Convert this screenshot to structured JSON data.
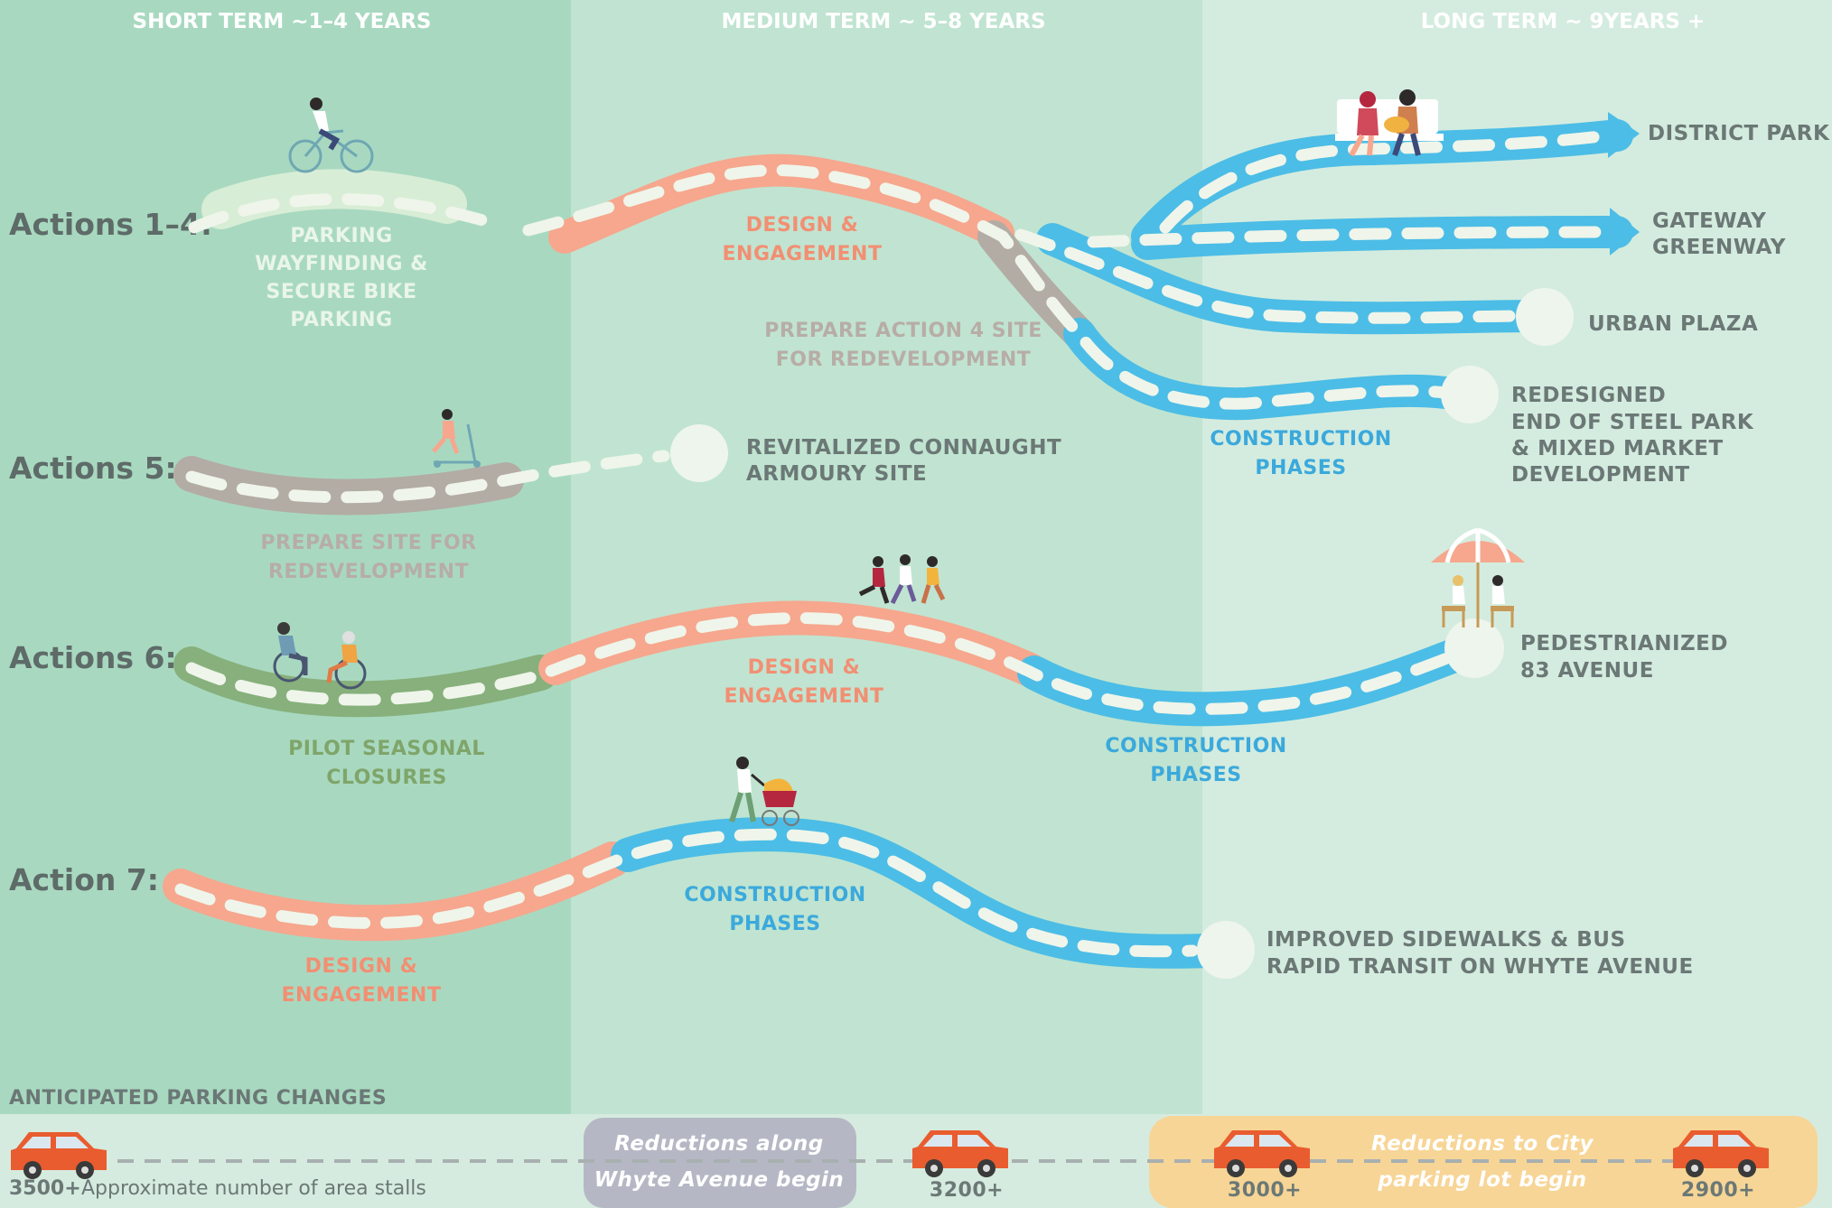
{
  "colors": {
    "short_bg": "#a8d9c0",
    "medium_bg": "#c0e4d1",
    "long_bg": "#d4ecdf",
    "design": "#f6a78e",
    "construction": "#4cbde6",
    "prepare": "#b3aca4",
    "pilot": "#87b07c",
    "parking_wayfinding": "#d8edd6",
    "dash": "#eff5ea",
    "text_design": "#f28f73",
    "text_construction": "#3ba9dc",
    "text_prepare": "#b7ada6",
    "text_pilot": "#7fa56a",
    "text_dest": "#6b7876",
    "car": "#e95c2f",
    "highlight_gray": "#b5b8c4",
    "highlight_yellow": "#f7d596"
  },
  "headers": {
    "short": "SHORT TERM ~1–4 YEARS",
    "medium": "MEDIUM TERM ~ 5–8 YEARS",
    "long": "LONG TERM ~ 9YEARS +"
  },
  "rows": {
    "a1": "Actions 1–4:",
    "a5": "Actions 5:",
    "a6": "Actions 6:",
    "a7": "Action 7:"
  },
  "phases": {
    "a1_parking": [
      "PARKING",
      "WAYFINDING &",
      "SECURE BIKE",
      "PARKING"
    ],
    "a1_design": [
      "DESIGN &",
      "ENGAGEMENT"
    ],
    "a1_prepare": [
      "PREPARE ACTION 4 SITE",
      "FOR REDEVELOPMENT"
    ],
    "a1_construction": [
      "CONSTRUCTION",
      "PHASES"
    ],
    "a5_prepare": [
      "PREPARE SITE FOR",
      "REDEVELOPMENT"
    ],
    "a6_pilot": [
      "PILOT SEASONAL",
      "CLOSURES"
    ],
    "a6_design": [
      "DESIGN &",
      "ENGAGEMENT"
    ],
    "a6_construction": [
      "CONSTRUCTION",
      "PHASES"
    ],
    "a7_construction": [
      "CONSTRUCTION",
      "PHASES"
    ],
    "a7_design": [
      "DESIGN &",
      "ENGAGEMENT"
    ]
  },
  "destinations": {
    "district_park": "DISTRICT PARK",
    "gateway": [
      "GATEWAY",
      "GREENWAY"
    ],
    "urban_plaza": "URBAN PLAZA",
    "end_of_steel": [
      "REDESIGNED",
      "END OF STEEL PARK",
      "& MIXED MARKET",
      "DEVELOPMENT"
    ],
    "connaught": [
      "REVITALIZED CONNAUGHT",
      "ARMOURY SITE"
    ],
    "pedestrianized": [
      "PEDESTRIANIZED",
      "83 AVENUE"
    ],
    "whyte": [
      "IMPROVED SIDEWALKS & BUS",
      "RAPID TRANSIT ON WHYTE AVENUE"
    ]
  },
  "parking": {
    "title": "ANTICIPATED PARKING CHANGES",
    "stalls_1": "3500+",
    "stalls_1_note": "Approximate number of area stalls",
    "stalls_2": "3200+",
    "stalls_3": "3000+",
    "stalls_4": "2900+",
    "note_whyte": [
      "Reductions along",
      "Whyte Avenue begin"
    ],
    "note_city": [
      "Reductions to City",
      "parking lot begin"
    ]
  },
  "icons": {
    "cyclist": "cyclist-icon",
    "scooter": "scooter-rider-icon",
    "wheelchairs": "wheelchair-users-icon",
    "runners": "runners-icon",
    "stroller": "parent-with-stroller-icon",
    "bench": "couple-on-bench-icon",
    "cafe": "cafe-umbrella-icon",
    "car": "car-icon"
  }
}
